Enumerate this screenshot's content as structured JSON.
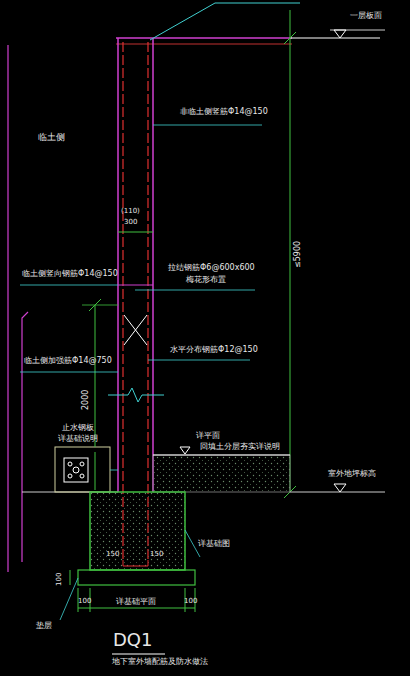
{
  "diagram": {
    "title": "DQ1",
    "caption": "地下室外墙配筋及防水做法",
    "labels": [
      "一层板面",
      "非临土侧竖筋Φ14@150",
      "临土侧",
      "(110)",
      "300",
      "拉结钢筋Φ6@600x600",
      "梅花形布置",
      "≤5900",
      "临土侧竖向钢筋Φ14@150",
      "水平分布钢筋Φ12@150",
      "临土侧加强筋Φ14@750",
      "2000",
      "止水钢板",
      "详基础说明",
      "详平面",
      "回填土分层夯实详说明",
      "室外地坪标高",
      "150",
      "150",
      "详基础图",
      "100",
      "垫层",
      "100",
      "详基础平面",
      "100"
    ]
  }
}
